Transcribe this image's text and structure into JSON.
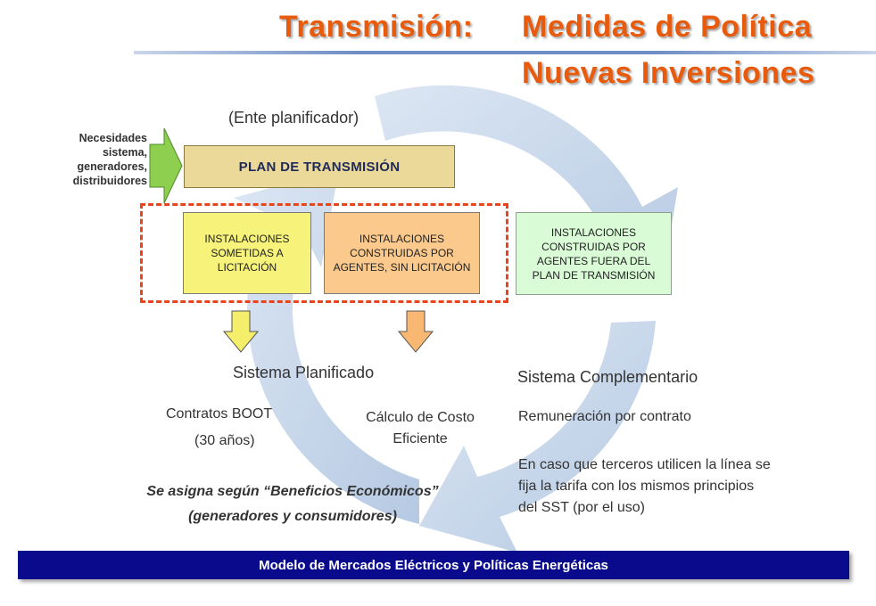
{
  "title": {
    "line1_left": "Transmisión:",
    "line1_right": "Medidas de Política",
    "line2": "Nuevas Inversiones"
  },
  "ente_label": "(Ente planificador)",
  "needs_lines": [
    "Necesidades",
    "sistema,",
    "generadores,",
    "distribuidores"
  ],
  "plan_label": "PLAN DE TRANSMISIÓN",
  "boxes": {
    "licitacion": "INSTALACIONES SOMETIDAS A LICITACIÓN",
    "agentes_sin": "INSTALACIONES CONSTRUIDAS POR AGENTES, SIN LICITACIÓN",
    "fuera_plan": "INSTALACIONES CONSTRUIDAS POR AGENTES FUERA DEL PLAN DE TRANSMISIÓN"
  },
  "sections": {
    "planificado": "Sistema Planificado",
    "complementario": "Sistema Complementario"
  },
  "planificado": {
    "contratos": "Contratos BOOT",
    "anios": "(30 años)",
    "calculo_1": "Cálculo de Costo",
    "calculo_2": "Eficiente"
  },
  "complementario": {
    "remuneracion": "Remuneración por contrato",
    "terceros_1": "En caso que terceros utilicen la línea se",
    "terceros_2": "fija la tarifa con los mismos principios",
    "terceros_3": "del SST (por el uso)"
  },
  "beneficios": {
    "line1": "Se asigna según “Beneficios Económicos”",
    "line2": "(generadores y consumidores)"
  },
  "footer": "Modelo de Mercados Eléctricos y Políticas Energéticas",
  "colors": {
    "title": "#e85a0c",
    "plan": "#ead998",
    "box_yellow": "#f6f27a",
    "box_orange": "#fbc98c",
    "box_green": "#d9fcd6",
    "dashed_border": "#e8451e",
    "footer_bg": "#0a0a8c",
    "cycle": "#bcd0e8"
  },
  "icons": [
    "cycle-arrows-icon",
    "needs-arrow-icon",
    "down-arrow-yellow-icon",
    "down-arrow-orange-icon"
  ]
}
